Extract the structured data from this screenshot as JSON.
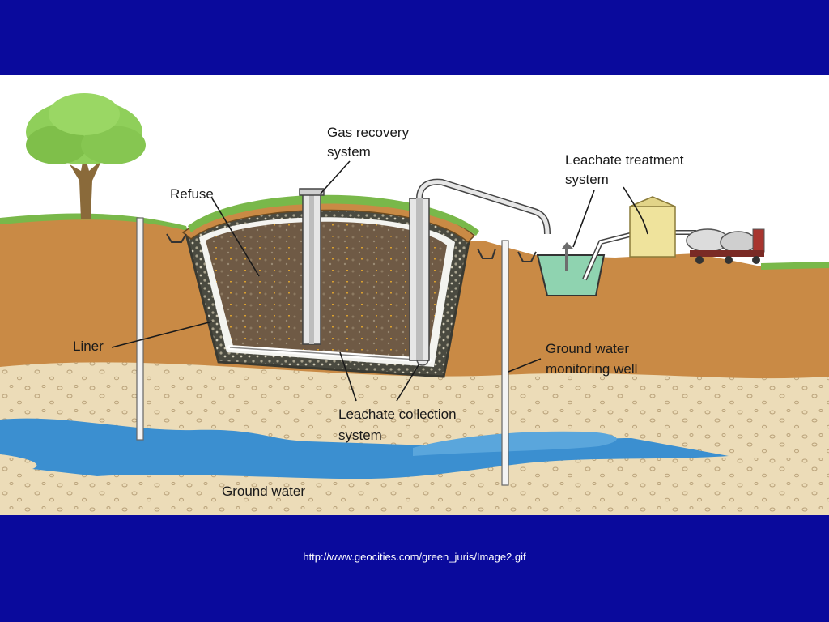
{
  "diagram": {
    "labels": {
      "gas_recovery_line1": "Gas recovery",
      "gas_recovery_line2": "system",
      "refuse": "Refuse",
      "leachate_treatment_line1": "Leachate treatment",
      "leachate_treatment_line2": "system",
      "liner": "Liner",
      "ground_water_monitoring_line1": "Ground water",
      "ground_water_monitoring_line2": "monitoring well",
      "leachate_collection_line1": "Leachate collection",
      "leachate_collection_line2": "system",
      "ground_water": "Ground water"
    },
    "colors": {
      "slide_background": "#0a0a9c",
      "soil": "#c98a45",
      "sand": "#ecdcb8",
      "water": "#3b8fd0",
      "grass": "#79b84a",
      "refuse": "#6f5a45",
      "pond": "#8fd3b0"
    }
  },
  "caption": "http://www.geocities.com/green_juris/Image2.gif"
}
